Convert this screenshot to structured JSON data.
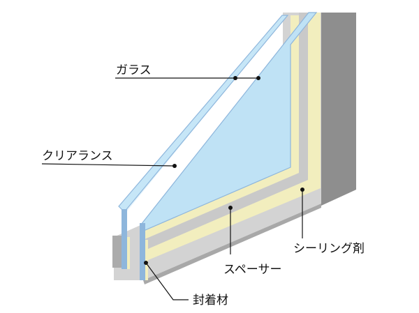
{
  "labels": {
    "glass": "ガラス",
    "clearance": "クリアランス",
    "spacer": "スペーサー",
    "sealing": "シーリング剤",
    "sealant": "封着材"
  },
  "colors": {
    "glass_fill": "#bfe2f5",
    "glass_edge": "#8eb6dc",
    "gap_fill": "#e2f3fb",
    "seal_yellow": "#f3efbf",
    "frame_light": "#d0d0d0",
    "frame_mid": "#a9a9a9",
    "frame_dark": "#8e8e8e",
    "leader": "#111111"
  }
}
